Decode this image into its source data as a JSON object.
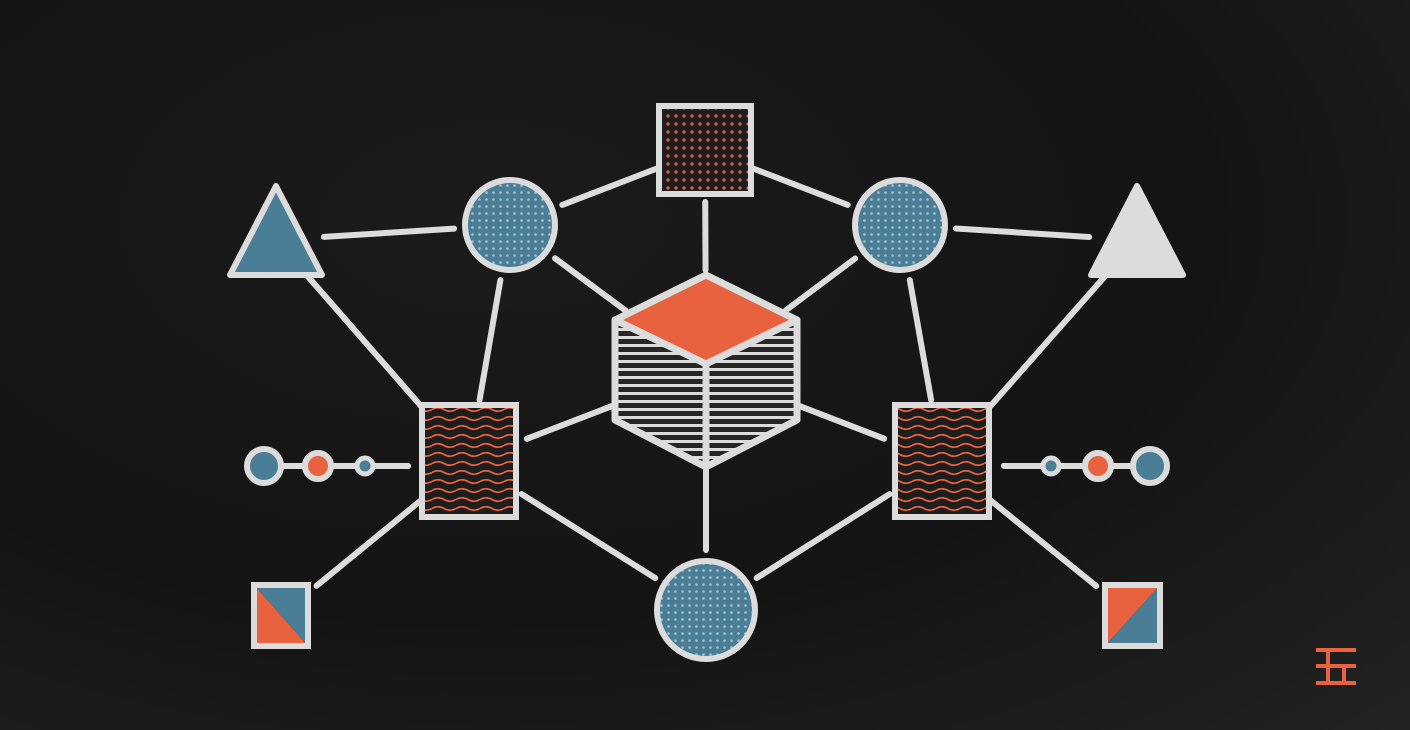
{
  "diagram": {
    "description_free": true,
    "colors": {
      "background": "#141414",
      "stroke": "#dcdcdc",
      "accent_orange": "#e8623f",
      "accent_blue": "#4a7d96",
      "cube_body": "#262626"
    },
    "nodes": [
      {
        "id": "top-square",
        "shape": "dotted-square",
        "fill": "orange-dots"
      },
      {
        "id": "left-circle",
        "shape": "dotted-circle",
        "fill": "blue-dots"
      },
      {
        "id": "right-circle",
        "shape": "dotted-circle",
        "fill": "blue-dots"
      },
      {
        "id": "bottom-circle",
        "shape": "dotted-circle",
        "fill": "blue-dots"
      },
      {
        "id": "center-cube",
        "shape": "cube",
        "fill": "orange-top-striped"
      },
      {
        "id": "left-wave-square",
        "shape": "wave-square",
        "fill": "orange-waves"
      },
      {
        "id": "right-wave-square",
        "shape": "wave-square",
        "fill": "orange-waves"
      },
      {
        "id": "left-triangle",
        "shape": "triangle",
        "fill": "blue"
      },
      {
        "id": "right-triangle",
        "shape": "triangle",
        "fill": "light-gray"
      },
      {
        "id": "left-bead-chain",
        "shape": "bead-chain",
        "fill": "blue-orange-blue"
      },
      {
        "id": "right-bead-chain",
        "shape": "bead-chain",
        "fill": "blue-orange-blue"
      },
      {
        "id": "left-split-square",
        "shape": "split-square",
        "fill": "orange-blue"
      },
      {
        "id": "right-split-square",
        "shape": "split-square",
        "fill": "orange-blue"
      }
    ],
    "edges": [
      [
        "left-circle",
        "top-square"
      ],
      [
        "top-square",
        "right-circle"
      ],
      [
        "top-square",
        "center-cube"
      ],
      [
        "left-triangle",
        "left-circle"
      ],
      [
        "right-circle",
        "right-triangle"
      ],
      [
        "left-circle",
        "center-cube"
      ],
      [
        "right-circle",
        "center-cube"
      ],
      [
        "left-circle",
        "left-wave-square"
      ],
      [
        "right-circle",
        "right-wave-square"
      ],
      [
        "left-triangle",
        "left-wave-square"
      ],
      [
        "right-triangle",
        "right-wave-square"
      ],
      [
        "center-cube",
        "left-wave-square"
      ],
      [
        "center-cube",
        "right-wave-square"
      ],
      [
        "center-cube",
        "bottom-circle"
      ],
      [
        "left-wave-square",
        "bottom-circle"
      ],
      [
        "right-wave-square",
        "bottom-circle"
      ],
      [
        "left-bead-chain",
        "left-wave-square"
      ],
      [
        "right-wave-square",
        "right-bead-chain"
      ],
      [
        "left-wave-square",
        "left-split-square"
      ],
      [
        "right-wave-square",
        "right-split-square"
      ]
    ],
    "logo": {
      "name": "logo-mark",
      "color": "#e8623f"
    }
  }
}
